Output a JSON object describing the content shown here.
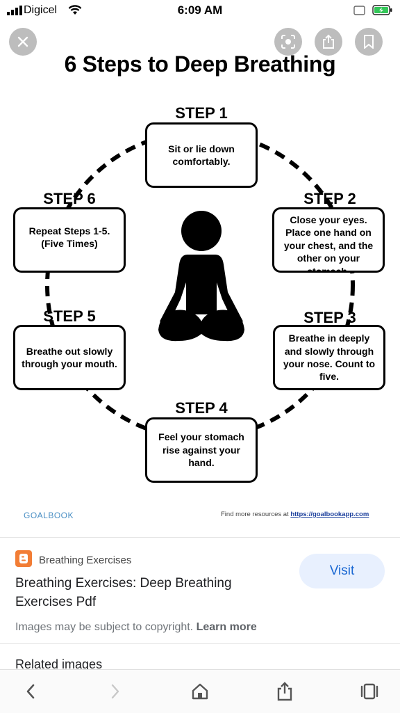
{
  "status_bar": {
    "carrier": "Digicel",
    "time": "6:09 AM",
    "icons": [
      "signal-icon",
      "wifi-icon",
      "screen-record-icon",
      "battery-charging-icon"
    ]
  },
  "viewer": {
    "close_icon": "close-icon",
    "actions": [
      "lens-icon",
      "share-icon",
      "bookmark-icon"
    ]
  },
  "infographic": {
    "title": "6 Steps to Deep Breathing",
    "steps": [
      {
        "label": "STEP 1",
        "text": "Sit or lie down comfortably."
      },
      {
        "label": "STEP 2",
        "text": "Close your eyes. Place one hand on your chest, and the other on your stomach."
      },
      {
        "label": "STEP 3",
        "text": "Breathe in deeply and slowly through your nose. Count to five."
      },
      {
        "label": "STEP 4",
        "text": "Feel your stomach rise against your hand."
      },
      {
        "label": "STEP 5",
        "text": "Breathe out slowly through your mouth."
      },
      {
        "label": "STEP 6",
        "text": "Repeat Steps 1-5. (Five Times)"
      }
    ],
    "brand": "GOALBOOK",
    "credit_text": "Find more resources at",
    "credit_link": "https://goalbookapp.com"
  },
  "result": {
    "site_name": "Breathing Exercises",
    "page_title": "Breathing Exercises: Deep Breathing Exercises Pdf",
    "visit_label": "Visit",
    "copyright_text": "Images may be subject to copyright.",
    "learn_more": "Learn more",
    "related_heading": "Related images",
    "accent_color": "#1967d2",
    "favicon_color": "#f27d35"
  },
  "toolbar": {
    "items": [
      "back-icon",
      "forward-icon",
      "home-icon",
      "share-icon",
      "tabs-icon"
    ]
  }
}
